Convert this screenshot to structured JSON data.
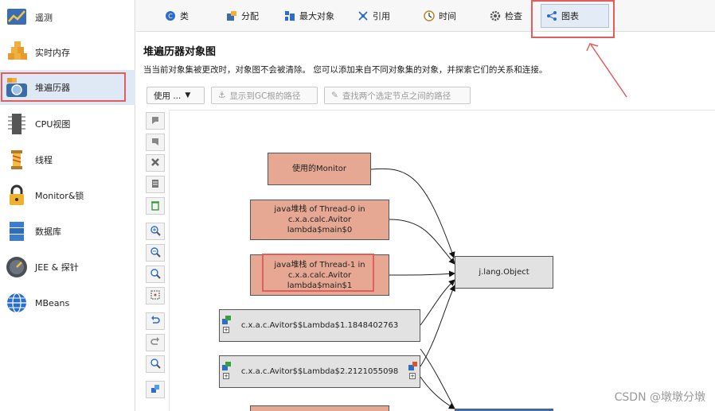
{
  "sidebar": {
    "items": [
      {
        "label": "遥测",
        "icon": "telemetry-icon"
      },
      {
        "label": "实时内存",
        "icon": "live-memory-icon"
      },
      {
        "label": "堆遍历器",
        "icon": "heap-walker-icon"
      },
      {
        "label": "CPU视图",
        "icon": "cpu-icon"
      },
      {
        "label": "线程",
        "icon": "threads-icon"
      },
      {
        "label": "Monitor&锁",
        "icon": "lock-icon"
      },
      {
        "label": "数据库",
        "icon": "database-icon"
      },
      {
        "label": "JEE & 探针",
        "icon": "probe-icon"
      },
      {
        "label": "MBeans",
        "icon": "globe-icon"
      }
    ],
    "selected": "堆遍历器"
  },
  "tabs": [
    {
      "label": "类",
      "icon": "class-icon"
    },
    {
      "label": "分配",
      "icon": "allocation-icon"
    },
    {
      "label": "最大对象",
      "icon": "biggest-objects-icon"
    },
    {
      "label": "引用",
      "icon": "references-icon"
    },
    {
      "label": "时间",
      "icon": "clock-icon"
    },
    {
      "label": "检查",
      "icon": "gear-icon"
    },
    {
      "label": "图表",
      "icon": "graph-icon"
    }
  ],
  "selected_tab": "图表",
  "header": {
    "title": "堆遍历器对象图",
    "description": "当当前对象集被更改时，对象图不会被清除。 您可以添加来自不同对象集的对象，并探索它们的关系和连接。"
  },
  "actions": {
    "use": "使用 ...",
    "show_gc_root": "显示到GC根的路径",
    "find_path": "查找两个选定节点之间的路径"
  },
  "nodes": {
    "monitor": "使用的Monitor",
    "thread0": [
      "java堆栈 of Thread-0 in",
      "c.x.a.calc.Avitor",
      "lambda$main$0"
    ],
    "thread1": [
      "java堆栈 of Thread-1 in",
      "c.x.a.calc.Avitor",
      "lambda$main$1"
    ],
    "object": "j.lang.Object",
    "lambda1": "c.x.a.c.Avitor$$Lambda$1.1848402763",
    "lambda2": "c.x.a.c.Avitor$$Lambda$2.2121055098"
  },
  "watermark": "CSDN @墩墩分墩",
  "colors": {
    "warm_node": "#e6a893",
    "gray_node": "#e2e2e2",
    "highlight": "#e35d5d",
    "selected_bg": "#dfe9f5"
  }
}
